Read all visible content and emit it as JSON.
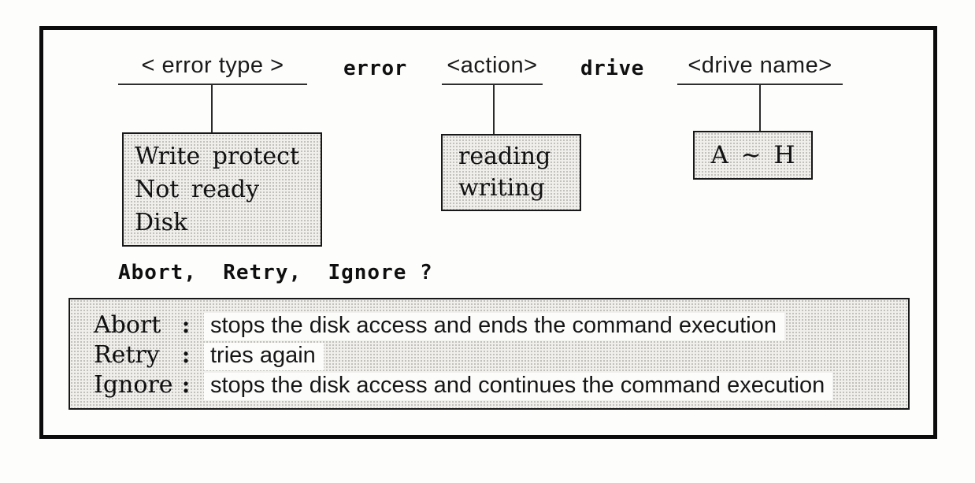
{
  "palette": {
    "frame_border": "#0c0c0c",
    "box_border": "#181818",
    "stipple_background": "#f0efec",
    "stipple_dot": "#b3b1ab",
    "text": "#131313",
    "page_background": "#fdfdfc"
  },
  "template_row": {
    "error_type": "< error type >",
    "error": "error",
    "action": "<action>",
    "drive": "drive",
    "drive_name": "<drive name>"
  },
  "error_type_box": {
    "lines": [
      "Write protect",
      "Not ready",
      "Disk"
    ]
  },
  "action_box": {
    "lines": [
      "reading",
      "writing"
    ]
  },
  "drive_name_box": {
    "value": "A ∼ H"
  },
  "prompt": "Abort,  Retry,  Ignore ?",
  "options_box": {
    "rows": [
      {
        "label": "Abort",
        "colon": ":",
        "desc": "stops the disk access and ends the command execution"
      },
      {
        "label": "Retry",
        "colon": ":",
        "desc": "tries again"
      },
      {
        "label": "Ignore",
        "colon": ":",
        "desc": "stops the disk access and continues the command execution"
      }
    ]
  }
}
